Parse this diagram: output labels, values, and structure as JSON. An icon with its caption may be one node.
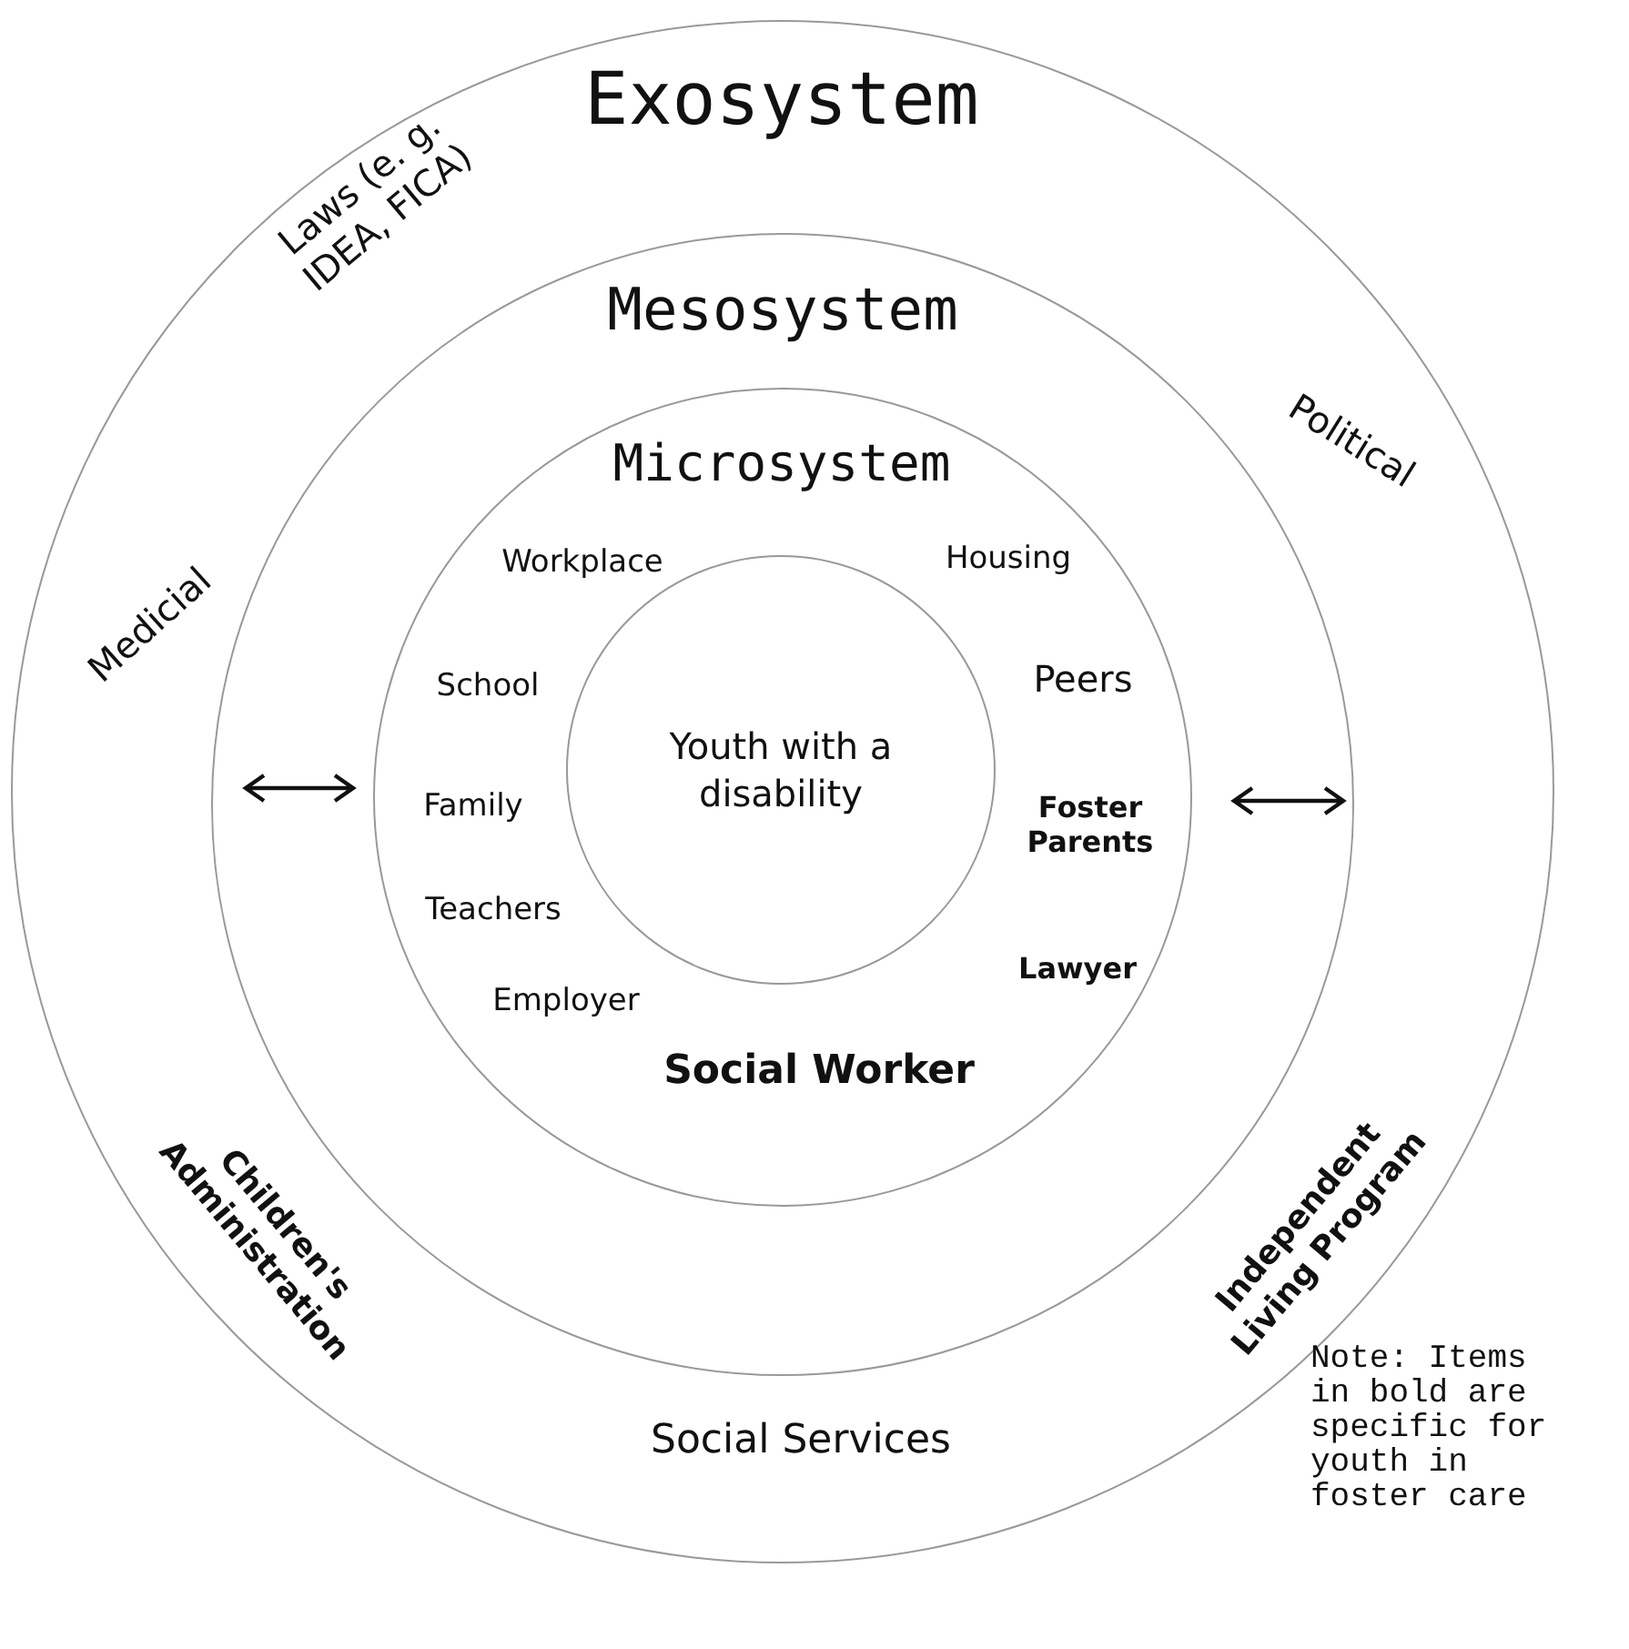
{
  "diagram": {
    "nodes": [
      {
        "text": [
          "Exosystem"
        ]
      },
      {
        "text": [
          "Mesosystem"
        ],
        "in": 0
      },
      {
        "text": [
          "Microsystem"
        ],
        "in": 1
      },
      {
        "text": [
          "Youth with a disability"
        ],
        "in": 2
      }
    ],
    "labels": [
      "Laws (e. g. IDEA, FICA)",
      "Political",
      "Workplace",
      "Housing",
      "Medicial",
      "School",
      "Peers",
      "Family",
      "Foster Parents",
      "Teachers",
      "Lawyer",
      "Employer",
      "Social Worker",
      "Children's Administration",
      "Independent Living Program",
      "Social Services",
      "Note: Items in bold are specific for youth in foster care"
    ]
  }
}
